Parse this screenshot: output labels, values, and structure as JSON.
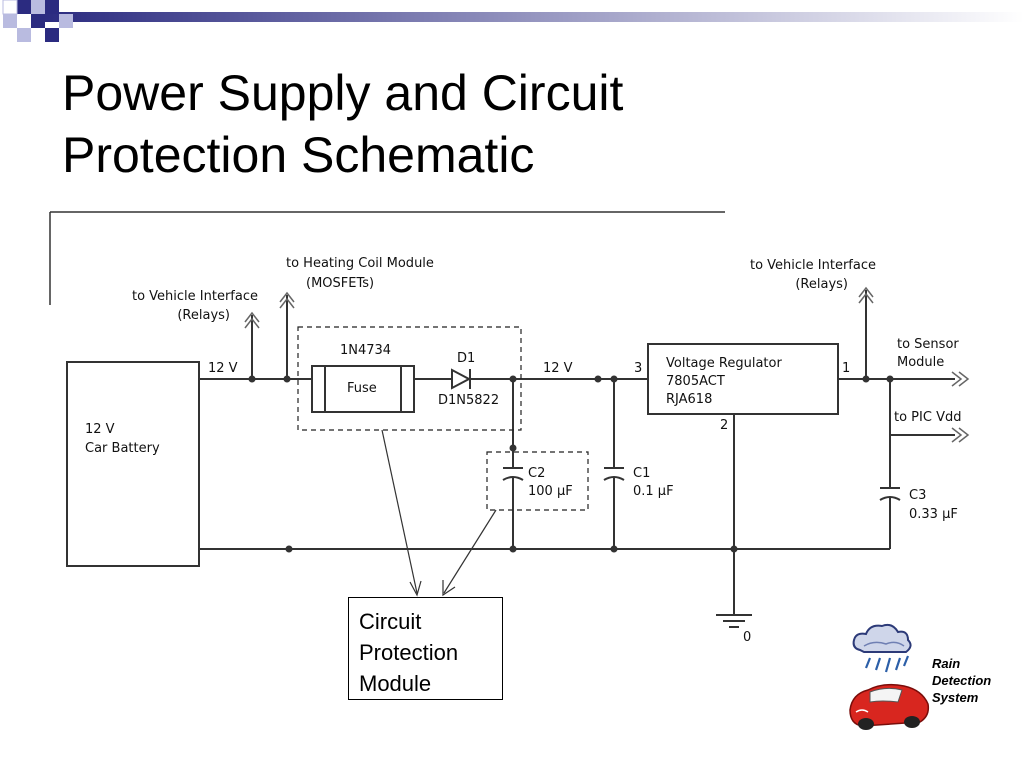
{
  "slide": {
    "title_line1": "Power Supply and Circuit",
    "title_line2": "Protection Schematic"
  },
  "colors": {
    "accent_dark": "#2b2b80",
    "accent_light": "#b9bbe0",
    "wire": "#333333"
  },
  "schematic": {
    "battery_line1": "12 V",
    "battery_line2": "Car Battery",
    "vehicle_interface_left_line1": "to Vehicle Interface",
    "vehicle_interface_left_line2": "(Relays)",
    "heating_coil_line1": "to Heating Coil Module",
    "heating_coil_line2": "(MOSFETs)",
    "vehicle_interface_right_line1": "to Vehicle Interface",
    "vehicle_interface_right_line2": "(Relays)",
    "voltage_left": "12 V",
    "voltage_mid": "12 V",
    "fuse_part": "1N4734",
    "fuse_label": "Fuse",
    "diode_name": "D1",
    "diode_part": "D1N5822",
    "regulator_line1": "Voltage Regulator",
    "regulator_line2": "7805ACT",
    "regulator_line3": "RJA618",
    "pin_in": "3",
    "pin_out": "1",
    "pin_gnd": "2",
    "sensor_line1": "to Sensor",
    "sensor_line2": "Module",
    "pic_label": "to PIC Vdd",
    "c2_name": "C2",
    "c2_value": "100 µF",
    "c1_name": "C1",
    "c1_value": "0.1 µF",
    "c3_name": "C3",
    "c3_value": "0.33 µF",
    "ground_label": "0"
  },
  "protection_module": {
    "line1": "Circuit",
    "line2": "Protection",
    "line3": "Module"
  },
  "logo": {
    "icon": "rain-cloud-car-icon",
    "line1": "Rain",
    "line2": "Detection",
    "line3": "System"
  }
}
